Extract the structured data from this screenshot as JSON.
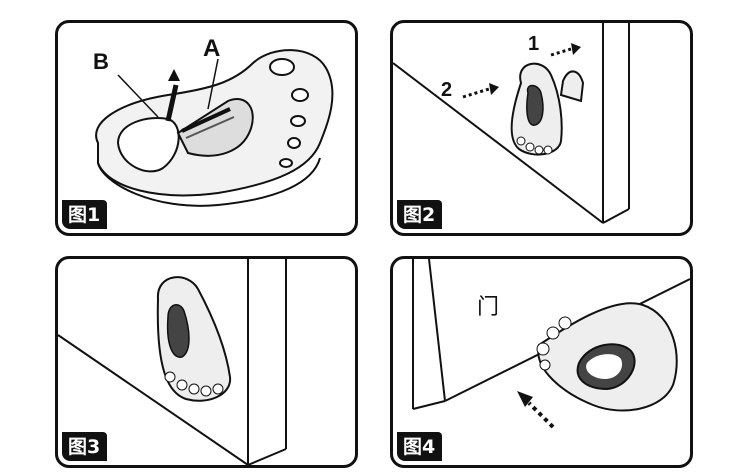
{
  "panels": [
    {
      "tag": "图1",
      "labels": {
        "a": "A",
        "b": "B"
      }
    },
    {
      "tag": "图2",
      "labels": {
        "step1": "1",
        "step2": "2"
      }
    },
    {
      "tag": "图3"
    },
    {
      "tag": "图4",
      "door_text": "门"
    }
  ]
}
